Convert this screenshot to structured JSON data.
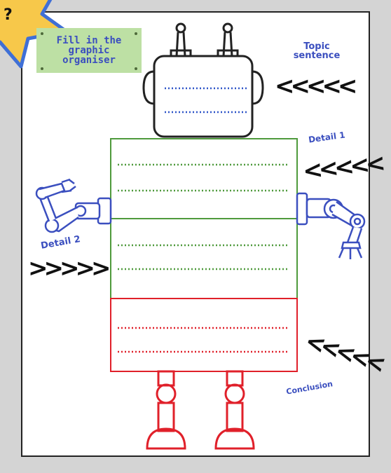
{
  "worksheet": {
    "instruction": "Fill in the graphic organiser",
    "labels": {
      "topic": "Topic sentence",
      "detail1": "Detail 1",
      "detail2": "Detail 2",
      "conclusion": "Conclusion"
    },
    "arrows": {
      "topic": "<<<<<",
      "detail1": "<<<<<",
      "detail2": ">>>>>",
      "conclusion": "<<<<<"
    }
  },
  "colors": {
    "topic_lines": "#2f55c8",
    "detail_lines": "#4f9a3c",
    "conclusion_lines": "#e0202a",
    "body_outline": "#222222",
    "arm_outline": "#3b4fbf",
    "star": "#f7c84a",
    "star_border": "#3f6fd6",
    "note_bg": "#bde0a4"
  }
}
